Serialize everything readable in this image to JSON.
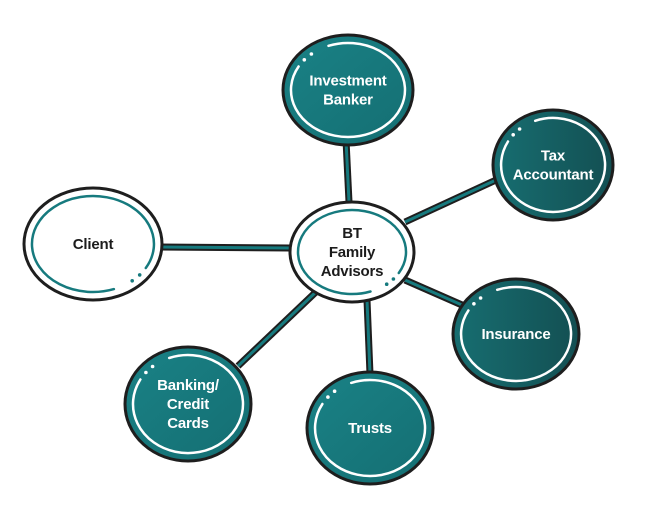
{
  "diagram": {
    "type": "hub-and-spoke",
    "colors": {
      "teal": "#167a7e",
      "teal_dark": "#155a5c",
      "outline": "#1e1e1e",
      "connector_fill": "#167a7e",
      "hub_fill": "#ffffff",
      "label_dark": "#1c1c1c",
      "label_light": "#ffffff"
    },
    "hub": {
      "id": "hub",
      "lines": [
        "BT",
        "Family",
        "Advisors"
      ]
    },
    "nodes": [
      {
        "id": "investment-banker",
        "lines": [
          "Investment",
          "Banker"
        ],
        "style": "teal"
      },
      {
        "id": "tax-accountant",
        "lines": [
          "Tax",
          "Accountant"
        ],
        "style": "teal-dark"
      },
      {
        "id": "client",
        "lines": [
          "Client"
        ],
        "style": "white"
      },
      {
        "id": "insurance",
        "lines": [
          "Insurance"
        ],
        "style": "teal-dark"
      },
      {
        "id": "trusts",
        "lines": [
          "Trusts"
        ],
        "style": "teal"
      },
      {
        "id": "banking-credit-cards",
        "lines": [
          "Banking/",
          "Credit",
          "Cards"
        ],
        "style": "teal"
      }
    ],
    "edges": [
      {
        "from": "hub",
        "to": "investment-banker"
      },
      {
        "from": "hub",
        "to": "tax-accountant"
      },
      {
        "from": "hub",
        "to": "client"
      },
      {
        "from": "hub",
        "to": "insurance"
      },
      {
        "from": "hub",
        "to": "trusts"
      },
      {
        "from": "hub",
        "to": "banking-credit-cards"
      }
    ]
  }
}
